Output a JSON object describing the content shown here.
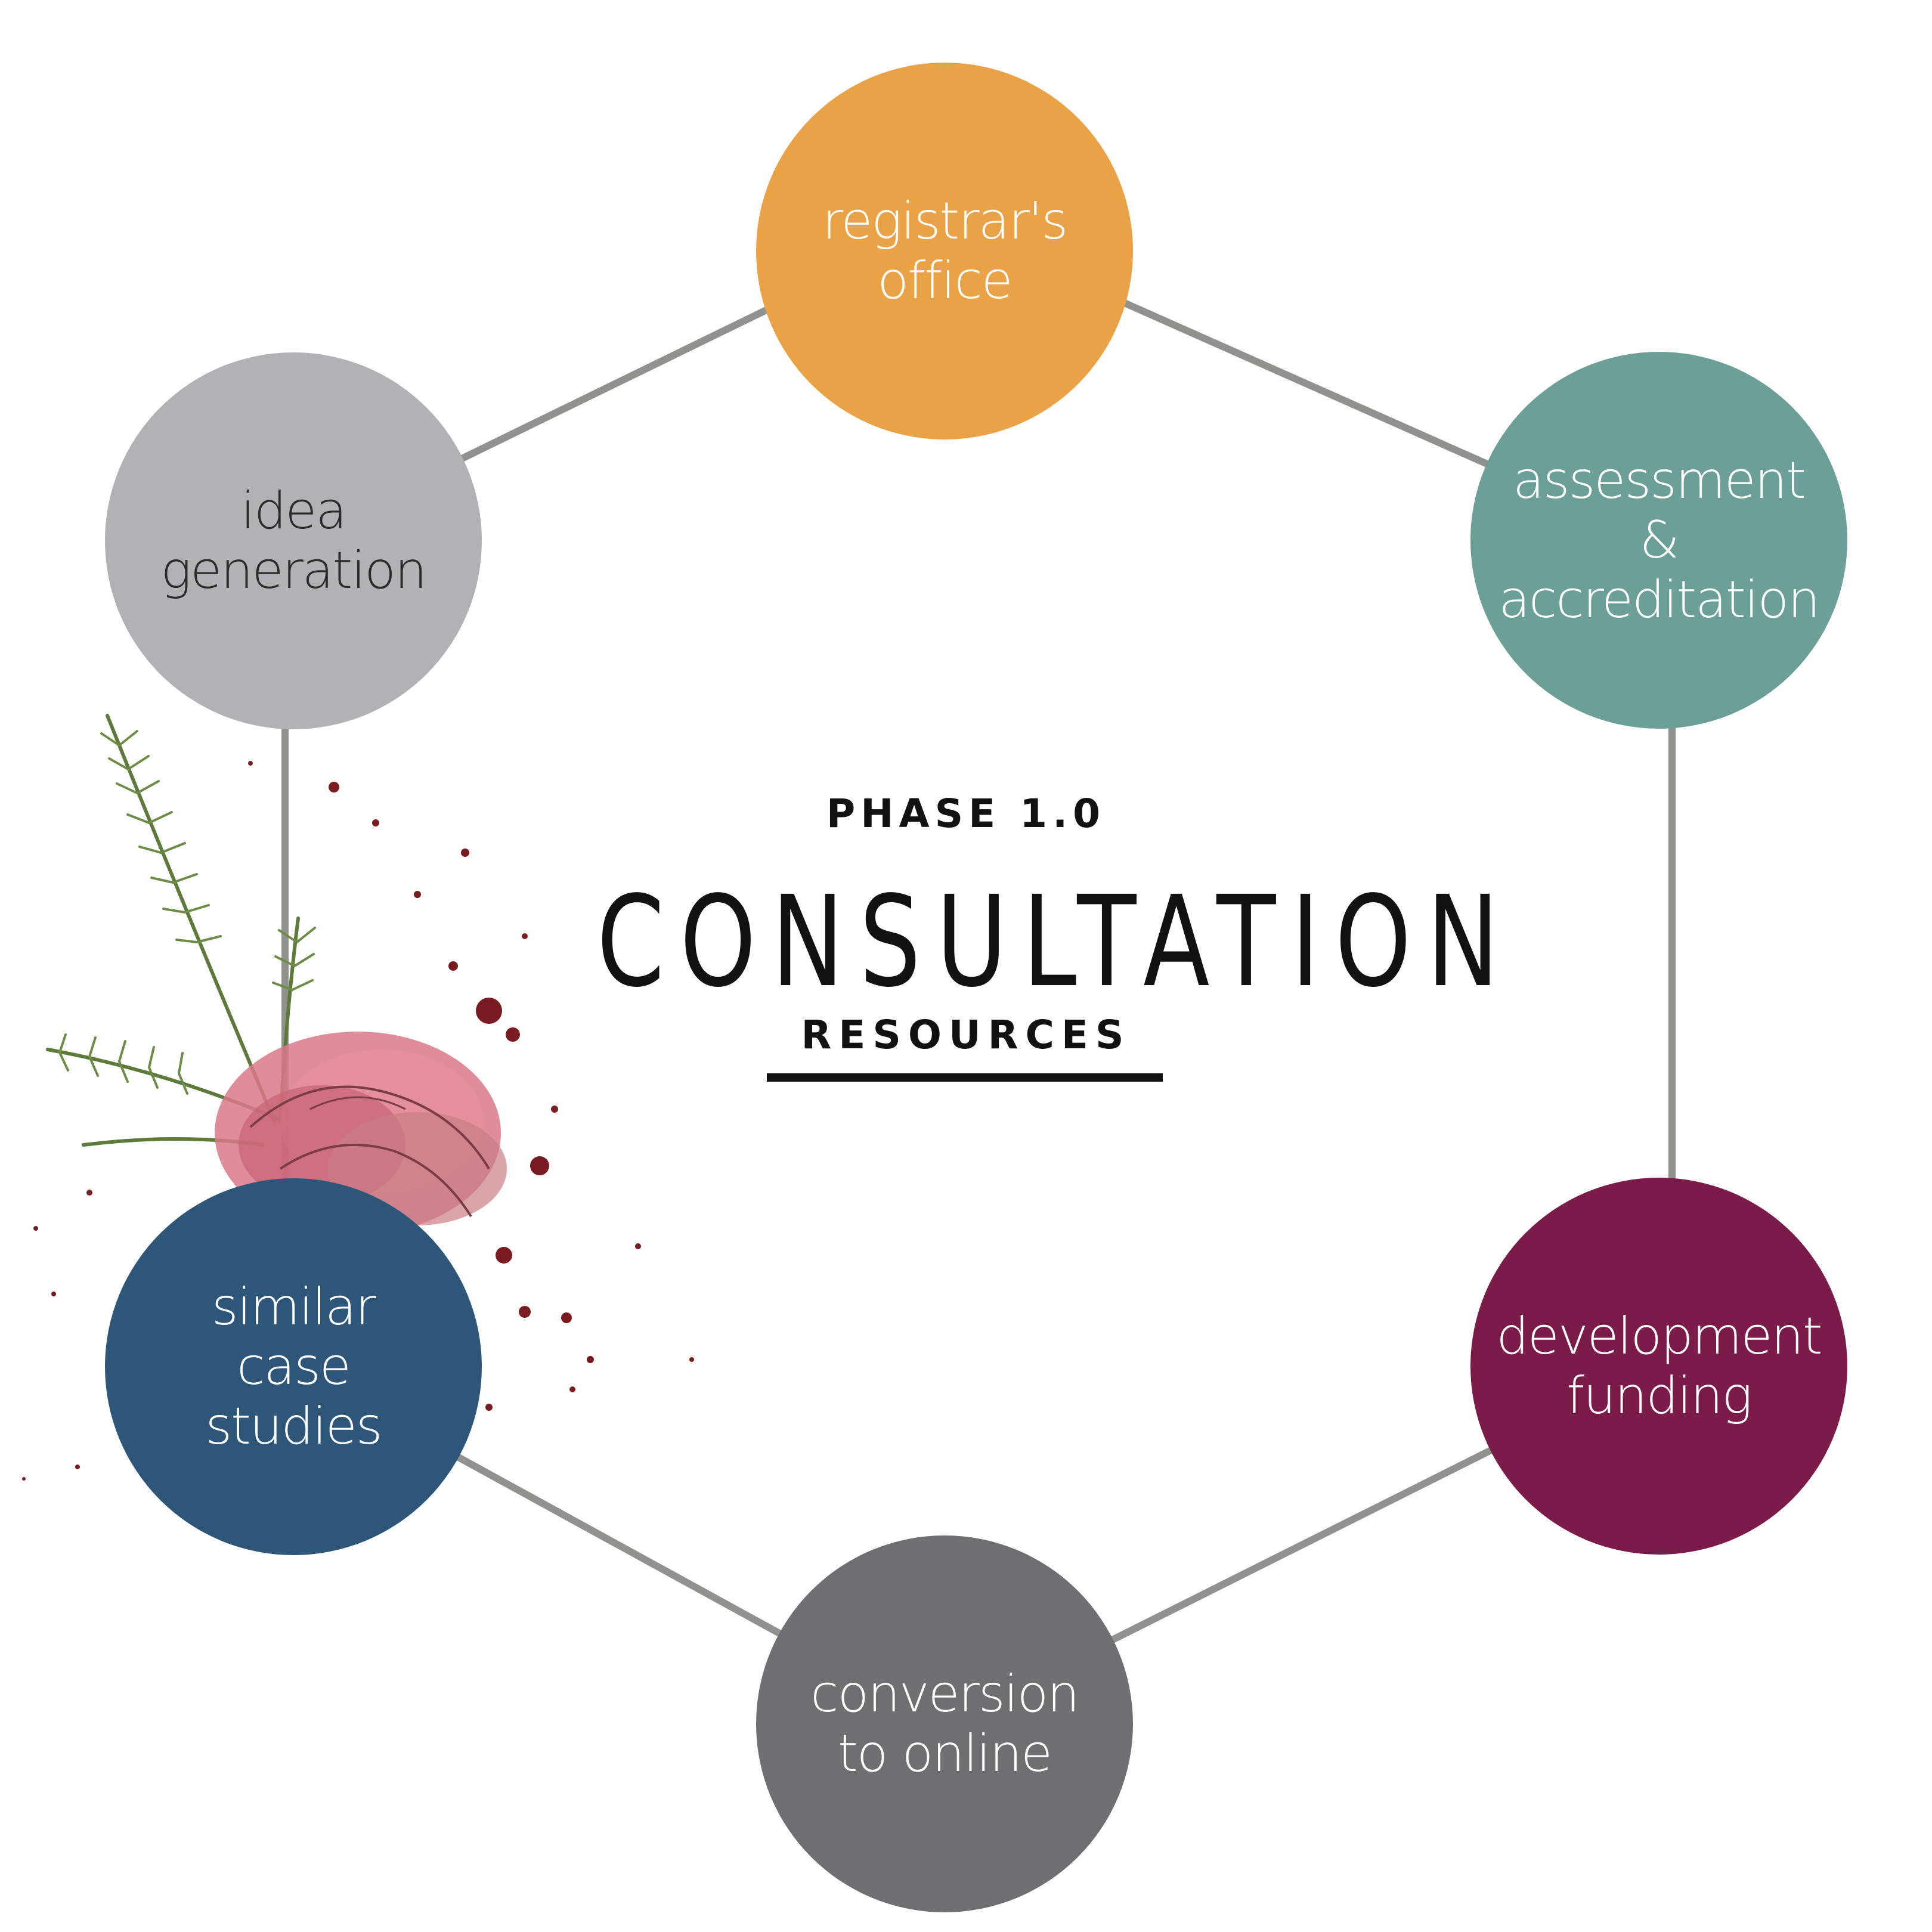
{
  "header": {
    "phase": "PHASE 1.0",
    "title": "CONSULTATION",
    "subtitle": "RESOURCES"
  },
  "nodes": [
    {
      "id": "registrar",
      "lines": [
        "registrar's",
        "office"
      ],
      "color": "#e9a245"
    },
    {
      "id": "assessment",
      "lines": [
        "assessment",
        "&",
        "accreditation"
      ],
      "color": "#6c9f97"
    },
    {
      "id": "development",
      "lines": [
        "development",
        "funding"
      ],
      "color": "#7a1b49"
    },
    {
      "id": "conversion",
      "lines": [
        "conversion",
        "to online"
      ],
      "color": "#6e6f73"
    },
    {
      "id": "similar",
      "lines": [
        "similar",
        "case",
        "studies"
      ],
      "color": "#2d5678"
    },
    {
      "id": "idea",
      "lines": [
        "idea",
        "generation"
      ],
      "color": "#b0b2b5"
    }
  ],
  "colors": {
    "connector": "#8f928d",
    "text_dark": "#111111"
  },
  "decoration": {
    "description_icon": "rose-and-pine-illustration-icon"
  }
}
